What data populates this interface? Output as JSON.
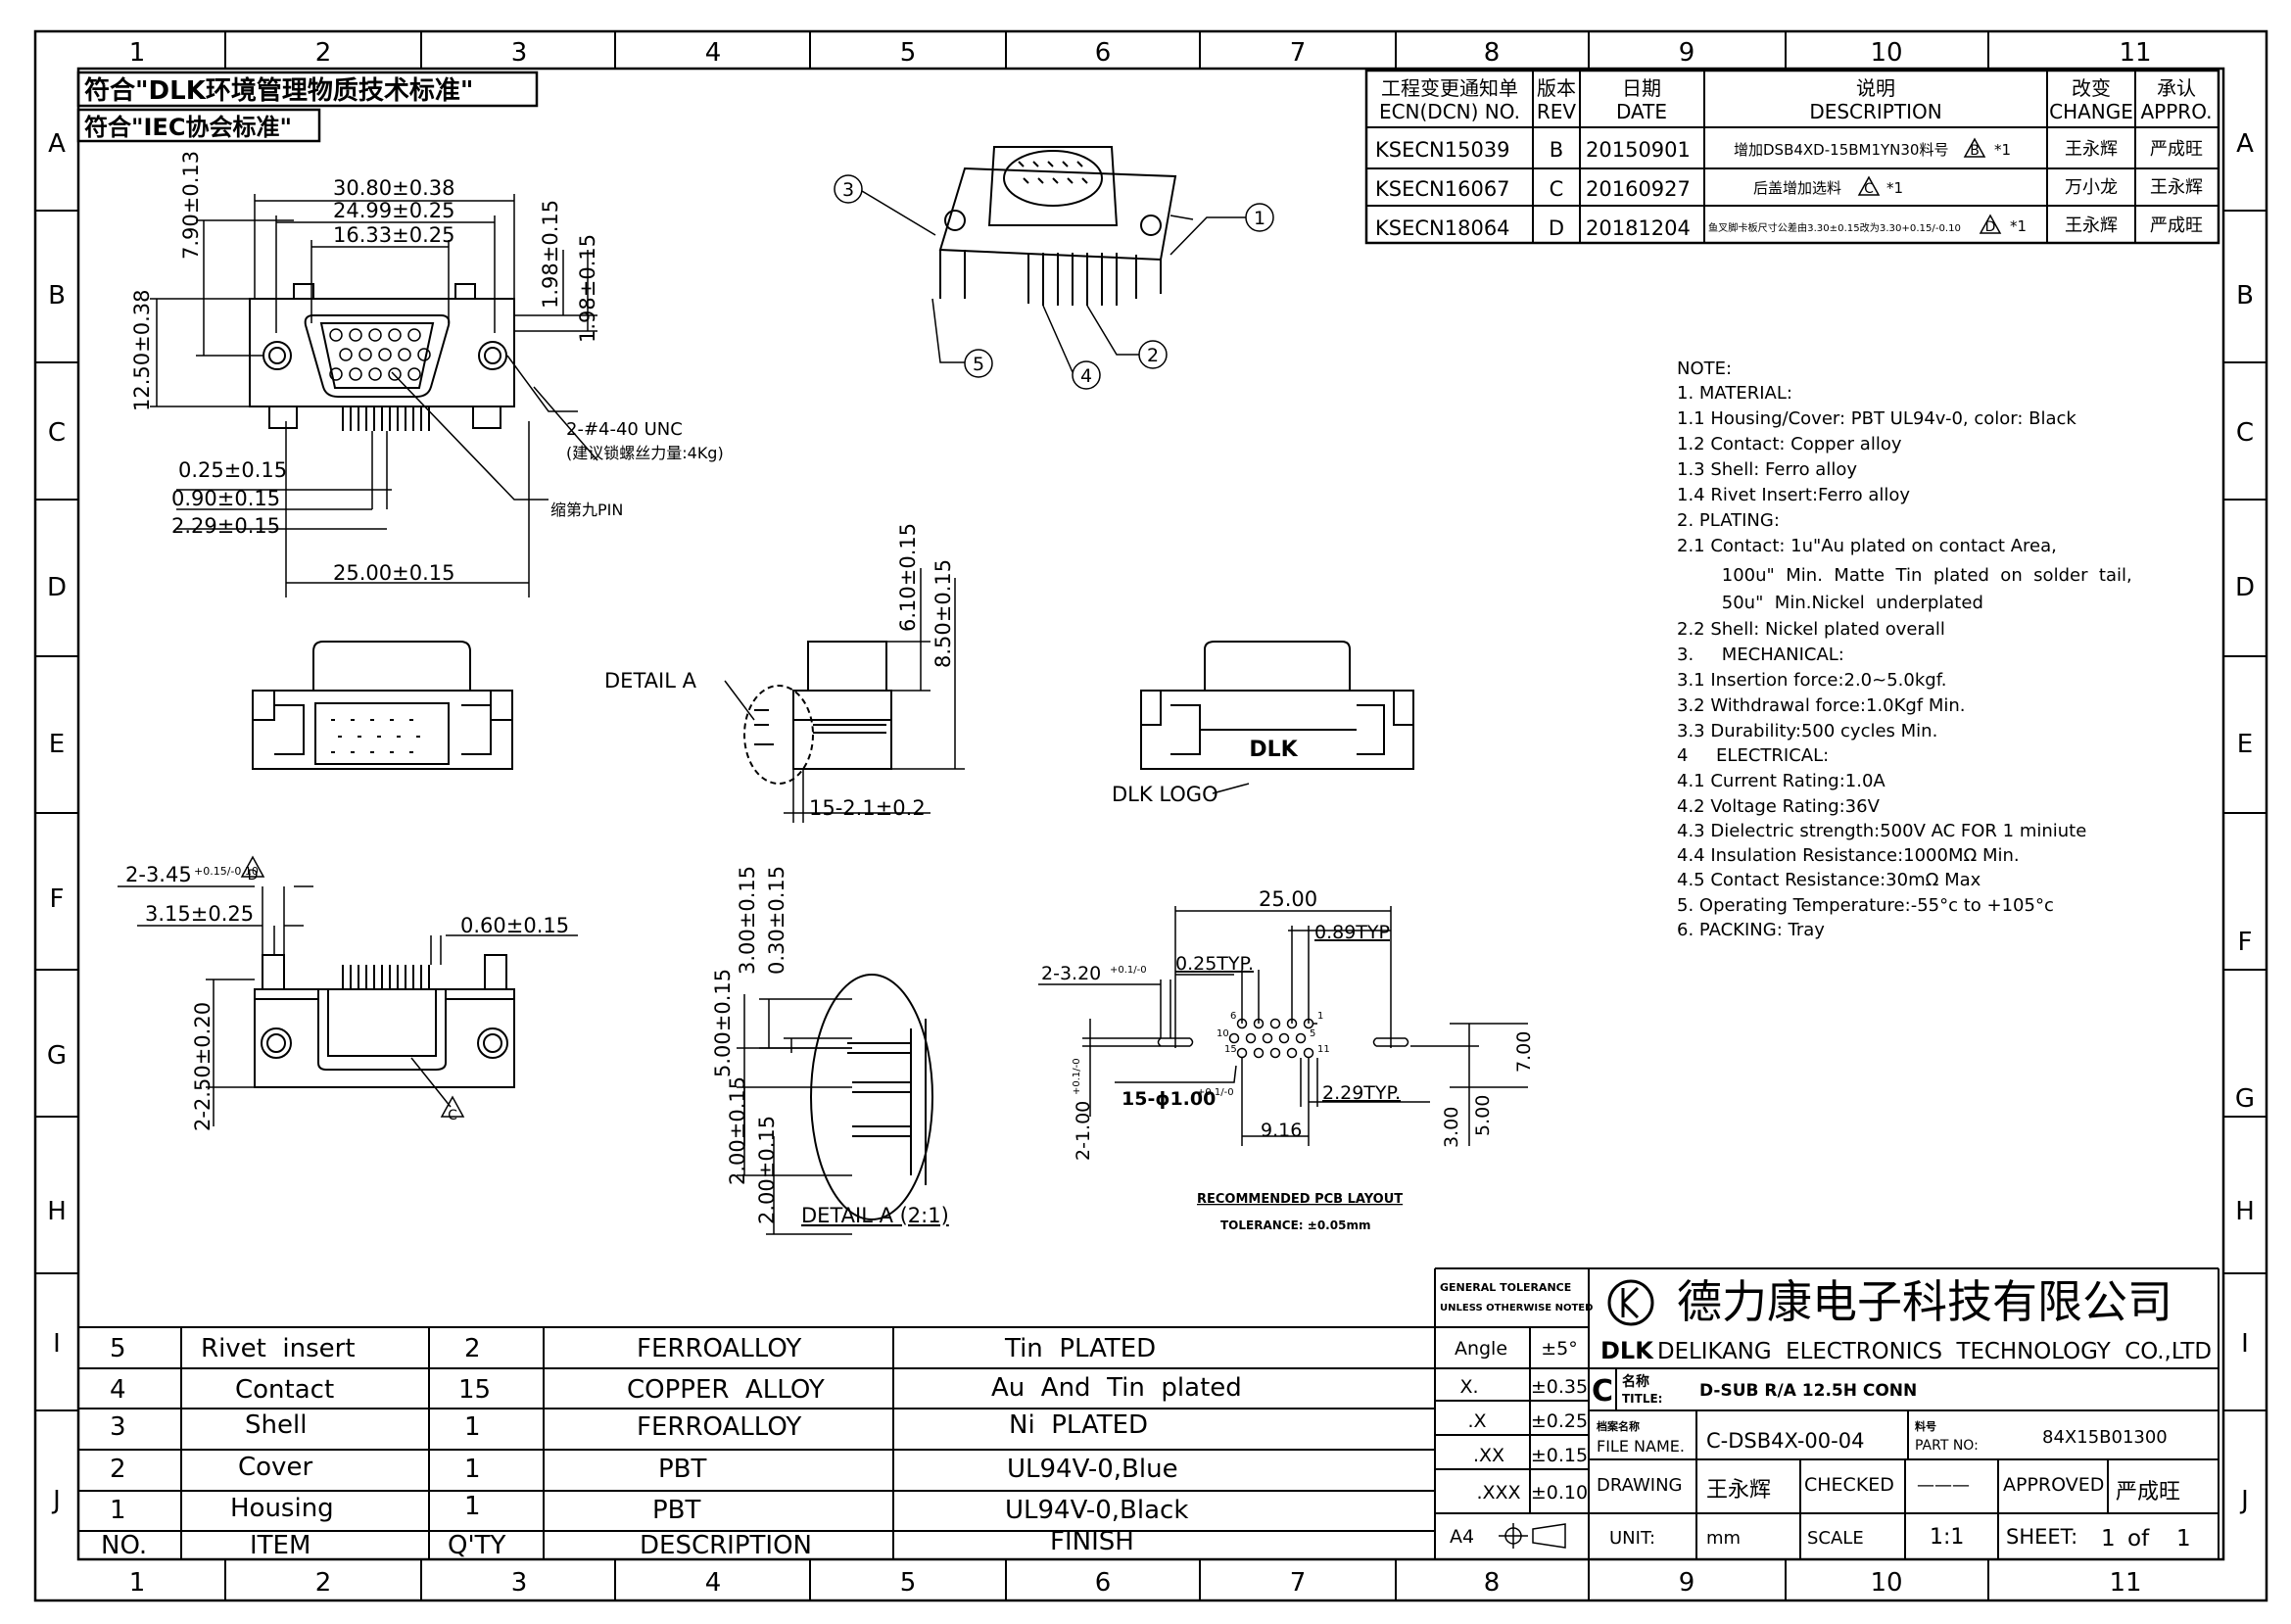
{
  "zones": {
    "columns": [
      "1",
      "2",
      "3",
      "4",
      "5",
      "6",
      "7",
      "8",
      "9",
      "10",
      "11"
    ],
    "rows": [
      "A",
      "B",
      "C",
      "D",
      "E",
      "F",
      "G",
      "H",
      "I",
      "J"
    ]
  },
  "compliance": {
    "line1": "符合\"DLK环境管理物质技术标准\"",
    "line2": "符合\"IEC协会标准\""
  },
  "revision_table": {
    "headers": [
      {
        "cn": "工程变更通知单",
        "en": "ECN(DCN) NO."
      },
      {
        "cn": "版本",
        "en": "REV"
      },
      {
        "cn": "日期",
        "en": "DATE"
      },
      {
        "cn": "说明",
        "en": "DESCRIPTION"
      },
      {
        "cn": "改变",
        "en": "CHANGE"
      },
      {
        "cn": "承认",
        "en": "APPRO."
      }
    ],
    "rows": [
      {
        "ecn": "KSECN15039",
        "rev": "B",
        "date": "20150901",
        "desc": "增加DSB4XD-15BM1YN30料号",
        "mark": "B",
        "note": "*1",
        "change": "王永辉",
        "appro": "严成旺"
      },
      {
        "ecn": "KSECN16067",
        "rev": "C",
        "date": "20160927",
        "desc": "后盖增加选料",
        "mark": "C",
        "note": "*1",
        "change": "万小龙",
        "appro": "王永辉"
      },
      {
        "ecn": "KSECN18064",
        "rev": "D",
        "date": "20181204",
        "desc": "鱼叉脚卡板尺寸公差由3.30±0.15改为3.30+0.15/-0.10",
        "mark": "D",
        "note": "*1",
        "change": "王永辉",
        "appro": "严成旺"
      }
    ]
  },
  "dimensions": {
    "w1": "30.80±0.38",
    "w2": "24.99±0.25",
    "w3": "16.33±0.25",
    "h1": "7.90±0.13",
    "h2": "12.50±0.38",
    "v1": "1.98±0.15",
    "v2": "1.98±0.15",
    "thread": "2-#4-40 UNC",
    "thread_note": "(建议锁螺丝力量:4Kg)",
    "pin9": "缩第九PIN",
    "p1": "0.25±0.15",
    "p2": "0.90±0.15",
    "p3": "2.29±0.15",
    "span": "25.00±0.15",
    "e1": "6.10±0.15",
    "e2": "8.50±0.15",
    "detail_a": "DETAIL A",
    "tail": "15-2.1±0.2",
    "dlk_logo_label": "DLK LOGO",
    "logo_text": "DLK",
    "f1": "2-3.45",
    "f1_tol": "+0.15/-0.10",
    "f1_mark": "D",
    "f2": "3.15±0.25",
    "f3": "0.60±0.15",
    "g1": "2-2.50±0.20",
    "c_mark": "C",
    "da1": "3.00±0.15",
    "da2": "0.30±0.15",
    "da3": "5.00±0.15",
    "da4": "2.00±0.15",
    "da5": "2.00±0.15",
    "detail_a_scale": "DETAIL A (2:1)",
    "pcb_25": "25.00",
    "pcb_089": "0.89TYP",
    "pcb_025": "0.25TYP.",
    "pcb_hole": "2-3.20",
    "pcb_hole_tol": "+0.1/-0",
    "pcb_pin": "15-ϕ1.00",
    "pcb_pin_tol": "+0.1/-0",
    "pcb_229": "2.29TYP.",
    "pcb_916": "9.16",
    "pcb_700": "7.00",
    "pcb_300": "3.00",
    "pcb_500": "5.00",
    "pcb_100": "2-1.00",
    "pcb_100_tol": "+0.1/-0",
    "pcb_title": "RECOMMENDED PCB LAYOUT",
    "pcb_tol": "TOLERANCE: ±0.05mm",
    "pin_nums": [
      "6",
      "1",
      "10",
      "5",
      "15",
      "11"
    ],
    "balloons": [
      "1",
      "2",
      "3",
      "4",
      "5"
    ]
  },
  "notes": [
    "NOTE:",
    "1.  MATERIAL:",
    "1.1  Housing/Cover:  PBT  UL94v-0,  color:  Black",
    "1.2  Contact:  Copper  alloy",
    "1.3  Shell:  Ferro  alloy",
    "1.4  Rivet  Insert:Ferro  alloy",
    "2.  PLATING:",
    "2.1  Contact:  1u\"Au  plated  on  contact  Area,",
    "        100u\"  Min.  Matte  Tin  plated  on  solder  tail,",
    "        50u\"  Min.Nickel  underplated",
    "2.2  Shell:  Nickel  plated  overall",
    "3.     MECHANICAL:",
    "3.1  Insertion  force:2.0~5.0kgf.",
    "3.2  Withdrawal  force:1.0Kgf  Min.",
    "3.3  Durability:500  cycles  Min.",
    "4     ELECTRICAL:",
    "4.1  Current  Rating:1.0A",
    "4.2  Voltage  Rating:36V",
    "4.3  Dielectric  strength:500V  AC  FOR  1  miniute",
    "4.4  Insulation  Resistance:1000MΩ  Min.",
    "4.5  Contact  Resistance:30mΩ Max",
    "5.  Operating  Temperature:-55°c  to  +105°c",
    "6.  PACKING:  Tray"
  ],
  "bom": {
    "headers": [
      "NO.",
      "ITEM",
      "Q'TY",
      "DESCRIPTION",
      "FINISH"
    ],
    "rows": [
      {
        "no": "5",
        "item": "Rivet  insert",
        "qty": "2",
        "desc": "FERROALLOY",
        "finish": "Tin  PLATED"
      },
      {
        "no": "4",
        "item": "Contact",
        "qty": "15",
        "desc": "COPPER  ALLOY",
        "finish": "Au  And  Tin  plated"
      },
      {
        "no": "3",
        "item": "Shell",
        "qty": "1",
        "desc": "FERROALLOY",
        "finish": "Ni  PLATED"
      },
      {
        "no": "2",
        "item": "Cover",
        "qty": "1",
        "desc": "PBT",
        "finish": "UL94V-0,Blue"
      },
      {
        "no": "1",
        "item": "Housing",
        "qty": "1",
        "desc": "PBT",
        "finish": "UL94V-0,Black"
      }
    ]
  },
  "title_block": {
    "gen_tol_1": "GENERAL TOLERANCE",
    "gen_tol_2": "UNLESS OTHERWISE NOTED",
    "tolerances": [
      {
        "label": "Angle",
        "value": "±5°"
      },
      {
        "label": "X.",
        "value": "±0.35"
      },
      {
        "label": ".X",
        "value": "±0.25"
      },
      {
        "label": ".XX",
        "value": "±0.15"
      },
      {
        "label": ".XXX",
        "value": "±0.10"
      }
    ],
    "sheet_size": "A4",
    "company_cn": "德力康电子科技有限公司",
    "company_en": "DELIKANG  ELECTRONICS  TECHNOLOGY  CO.,LTD",
    "logo_letters": "DLK",
    "rev": "C",
    "title_label_cn": "名称",
    "title_label_en": "TITLE:",
    "title": "D-SUB R/A 12.5H CONN",
    "file_label_cn": "档案名称",
    "file_label_en": "FILE NAME.",
    "file_name": "C-DSB4X-00-04",
    "part_label_cn": "料号",
    "part_label_en": "PART NO:",
    "part_no": "84X15B01300",
    "drawing_label": "DRAWING",
    "drawing_by": "王永辉",
    "checked_label": "CHECKED",
    "checked_by": "———",
    "approved_label": "APPROVED",
    "approved_by": "严成旺",
    "unit_label": "UNIT:",
    "unit": "mm",
    "scale_label": "SCALE",
    "scale": "1:1",
    "sheet_label": "SHEET:",
    "sheet": "1",
    "of_label": "of",
    "sheets": "1"
  }
}
